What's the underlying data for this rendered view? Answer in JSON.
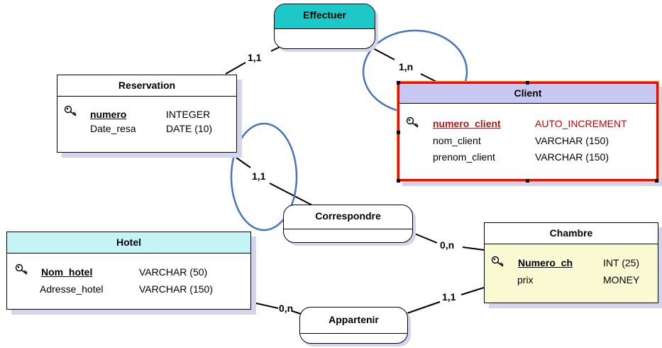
{
  "colors": {
    "association_header": "#1ec8c8",
    "client_header": "#c8c8f5",
    "client_selection_border": "#ff0000",
    "hotel_header": "#c4f4f6",
    "chambre_body": "#fafad2",
    "highlight_circle": "#4a74b8",
    "shadow": "#d4d4ec"
  },
  "entities": {
    "reservation": {
      "name": "Reservation",
      "fields": [
        {
          "name": "numero",
          "type": "INTEGER",
          "is_key": true
        },
        {
          "name": "Date_resa",
          "type": "DATE (10)",
          "is_key": false
        }
      ]
    },
    "client": {
      "name": "Client",
      "selected": true,
      "fields": [
        {
          "name": "numero_client",
          "type": "AUTO_INCREMENT",
          "is_key": true
        },
        {
          "name": "nom_client",
          "type": "VARCHAR (150)",
          "is_key": false
        },
        {
          "name": "prenom_client",
          "type": "VARCHAR (150)",
          "is_key": false
        }
      ]
    },
    "hotel": {
      "name": "Hotel",
      "fields": [
        {
          "name": "Nom_hotel",
          "type": "VARCHAR (50)",
          "is_key": true
        },
        {
          "name": "Adresse_hotel",
          "type": "VARCHAR (150)",
          "is_key": false
        }
      ]
    },
    "chambre": {
      "name": "Chambre",
      "fields": [
        {
          "name": "Numero_ch",
          "type": "INT (25)",
          "is_key": true
        },
        {
          "name": "prix",
          "type": "MONEY",
          "is_key": false
        }
      ]
    }
  },
  "associations": {
    "effectuer": {
      "name": "Effectuer"
    },
    "correspondre": {
      "name": "Correspondre"
    },
    "appartenir": {
      "name": "Appartenir"
    }
  },
  "cardinalities": {
    "reservation_effectuer": "1,1",
    "client_effectuer": "1,n",
    "reservation_correspondre": "1,1",
    "chambre_correspondre": "0,n",
    "hotel_appartenir": "0,n",
    "chambre_appartenir": "1,1"
  },
  "icons": {
    "primary_key": "key-icon",
    "annotation": "highlight-circle"
  }
}
